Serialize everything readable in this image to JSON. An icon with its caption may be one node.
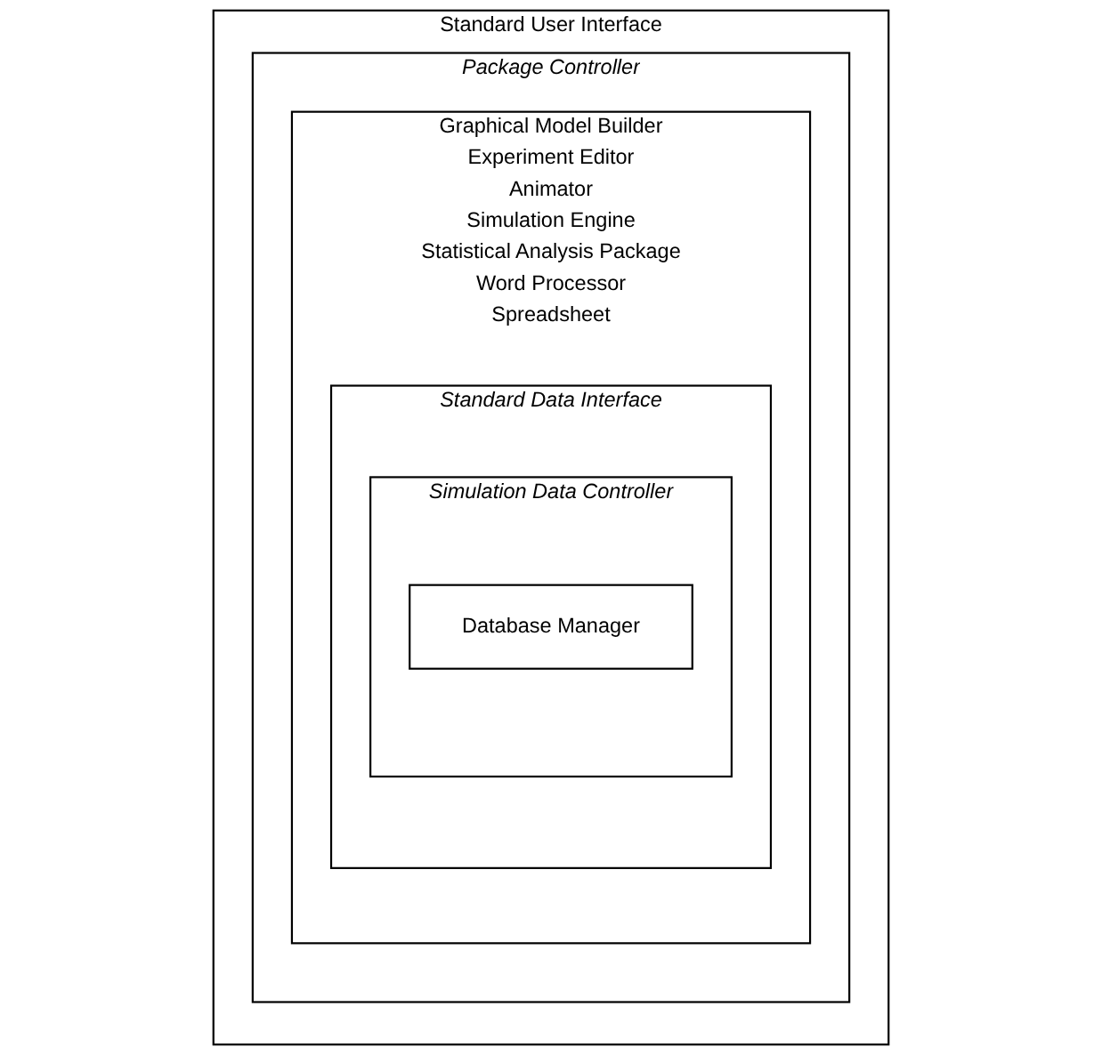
{
  "diagram": {
    "nodes": [
      {
        "text": [
          "Standard User Interface"
        ]
      },
      {
        "text": [
          "Package Controller"
        ],
        "in": 0
      },
      {
        "text": [
          "Graphical Model Builder",
          "Experiment Editor",
          "Animator",
          "Simulation Engine",
          "Statistical Analysis Package",
          "Word Processor",
          "Spreadsheet"
        ],
        "in": 1
      },
      {
        "text": [
          "Standard Data Interface"
        ],
        "in": 2
      },
      {
        "text": [
          "Simulation Data Controller"
        ],
        "in": 3
      },
      {
        "text": [
          "Database Manager"
        ],
        "in": 4
      }
    ],
    "edges": []
  }
}
